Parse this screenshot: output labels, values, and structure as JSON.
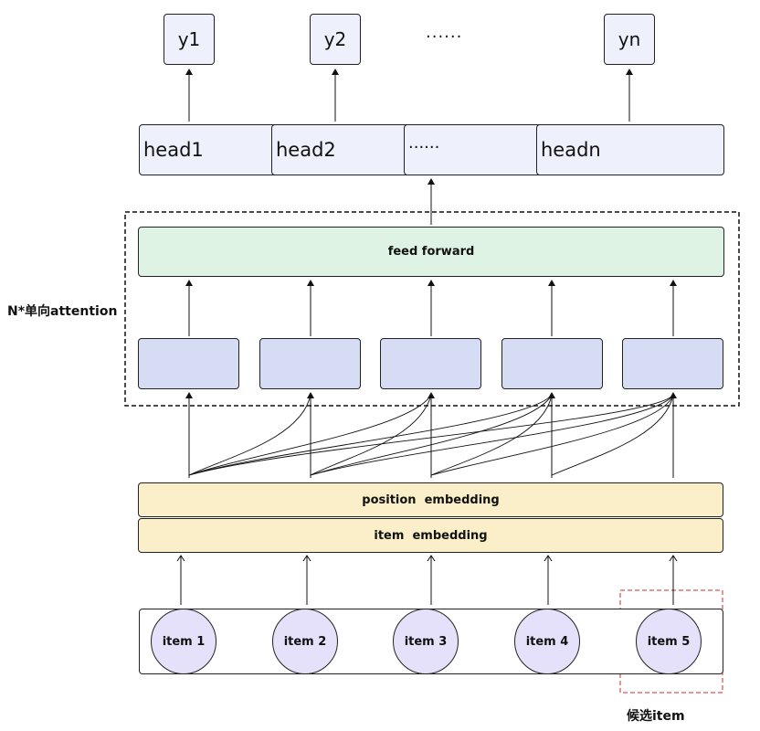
{
  "outputs": [
    "y1",
    "y2",
    "yn"
  ],
  "outputs_ellipsis": "······",
  "heads": [
    "head1",
    "head2",
    "······",
    "headn"
  ],
  "block": {
    "label": "N*单向attention",
    "feed_forward": "feed forward"
  },
  "embeddings": {
    "position": "position  embedding",
    "item": "item  embedding"
  },
  "items": [
    "item 1",
    "item 2",
    "item 3",
    "item 4",
    "item 5"
  ],
  "candidate_label": "候选item",
  "colors": {
    "head_fill": "#eef1fb",
    "attention_fill": "#d6dcf3",
    "feed_forward_fill": "#dff3e4",
    "embedding_fill": "#fbefc9",
    "item_fill": "#e6e1fb",
    "candidate_border": "#e07070"
  }
}
